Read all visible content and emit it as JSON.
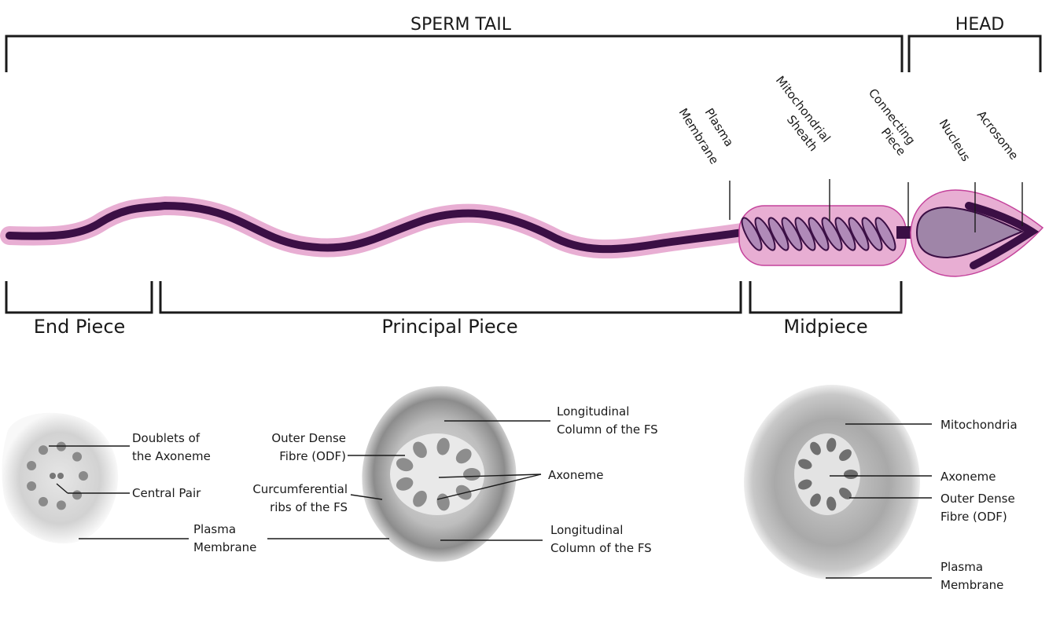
{
  "colors": {
    "membrane": "#e8aed3",
    "membrane_edge": "#c4429b",
    "axoneme": "#3b0f45",
    "mito": "#b08ab8",
    "nucleus": "#9f85a8",
    "acrosome": "#3b0f45",
    "line": "#1a1a1a"
  },
  "brackets": {
    "sperm_tail": "SPERM TAIL",
    "head": "HEAD",
    "end_piece": "End Piece",
    "principal_piece": "Principal Piece",
    "midpiece": "Midpiece"
  },
  "structure_labels": {
    "plasma_membrane": [
      "Plasma",
      "Membrane"
    ],
    "mitochondrial_sheath": [
      "Mitochondrial",
      "Sheath"
    ],
    "connecting_piece": [
      "Connecting",
      "Piece"
    ],
    "nucleus": "Nucleus",
    "acrosome": "Acrosome"
  },
  "cross_sections": {
    "end_piece": {
      "doublets": [
        "Doublets of",
        "the Axoneme"
      ],
      "central_pair": "Central Pair",
      "plasma_membrane": [
        "Plasma",
        "Membrane"
      ]
    },
    "principal_piece": {
      "outer_dense_fibre": [
        "Outer Dense",
        "Fibre (ODF)"
      ],
      "circumferential_ribs": [
        "Curcumferential",
        "ribs of the FS"
      ],
      "longitudinal_column_top": [
        "Longitudinal",
        "Column of the FS"
      ],
      "axoneme": "Axoneme",
      "longitudinal_column_bottom": [
        "Longitudinal",
        "Column of the FS"
      ]
    },
    "midpiece": {
      "mitochondria": "Mitochondria",
      "axoneme": "Axoneme",
      "outer_dense_fibre": [
        "Outer Dense",
        "Fibre (ODF)"
      ],
      "plasma_membrane": [
        "Plasma",
        "Membrane"
      ]
    }
  }
}
